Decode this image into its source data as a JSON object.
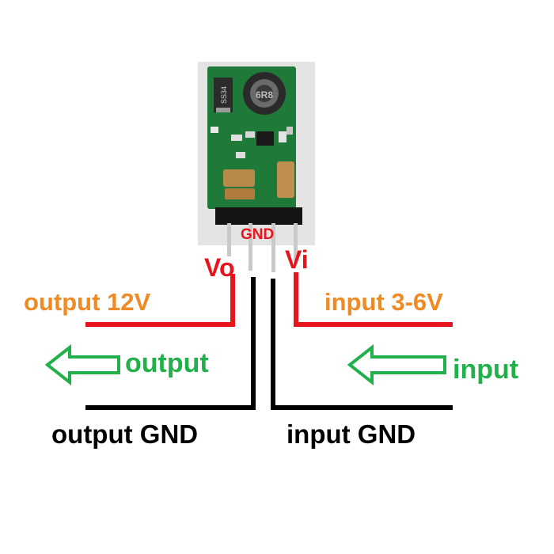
{
  "colors": {
    "orange": "#f08a24",
    "red": "#e8141c",
    "green": "#22b04b",
    "black": "#000000",
    "pcb_green": "#1f7a3a",
    "header_black": "#141414",
    "pin_silver": "#c9c9c9",
    "backdrop_grey": "#e4e4e4"
  },
  "labels": {
    "output_voltage": "output 12V",
    "input_voltage": "input 3-6V",
    "output_gnd": "output GND",
    "input_gnd": "input GND",
    "output_arrow": "output",
    "input_arrow": "input",
    "vo": "Vo",
    "vi": "Vi",
    "gnd": "GND"
  },
  "board": {
    "inductor_marking": "6R8",
    "diode_marking": "SS34"
  },
  "icons": {
    "output_arrow": "left-arrow-outline-icon",
    "input_arrow": "left-arrow-outline-icon"
  }
}
